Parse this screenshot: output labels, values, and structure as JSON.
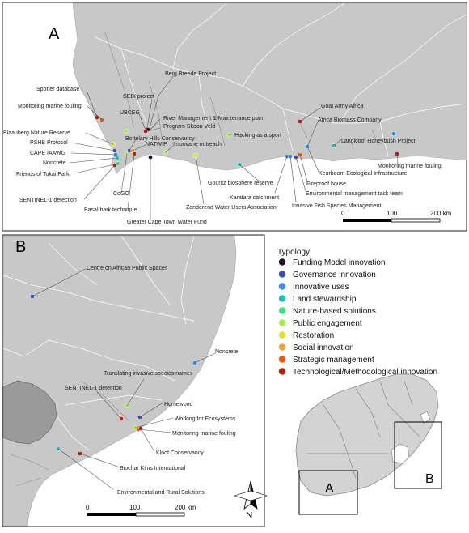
{
  "panels": {
    "a_label": "A",
    "b_label": "B"
  },
  "legend": {
    "title": "Typology",
    "items": [
      {
        "label": "Funding Model innovation",
        "color": "#2a0a2e"
      },
      {
        "label": "Governance innovation",
        "color": "#3b4cc0"
      },
      {
        "label": "Innovative uses",
        "color": "#3d8de6"
      },
      {
        "label": "Land stewardship",
        "color": "#2bbbc1"
      },
      {
        "label": "Nature-based solutions",
        "color": "#3fe08d"
      },
      {
        "label": "Public engagement",
        "color": "#a4ee4b"
      },
      {
        "label": "Restoration",
        "color": "#e3df33"
      },
      {
        "label": "Social innovation",
        "color": "#f5a12c"
      },
      {
        "label": "Strategic management",
        "color": "#e8591a"
      },
      {
        "label": "Technological/Methodological innovation",
        "color": "#b2200c"
      }
    ]
  },
  "scalebar_a": {
    "zero": "0",
    "mid": "100",
    "end": "200 km"
  },
  "scalebar_b": {
    "zero": "0",
    "mid": "100",
    "end": "200 km"
  },
  "north_arrow": {
    "label": "N"
  },
  "inset": {
    "label_a": "A",
    "label_b": "B"
  },
  "map_a_labels": [
    "Spotter database",
    "Monitoring marine fouling",
    "Berg Breede Project",
    "SEBI project",
    "UBCEG",
    "River Management & Maintenance plan",
    "Program Skoon Veld",
    "Blaauberg Nature Reserve",
    "PSHB Protocol",
    "CAPE IAAWG",
    "Noncrete",
    "Friends of Tokai Park",
    "SENTINEL-1 detection",
    "Bottelary Hills Conservancy",
    "NATWIP",
    "CoGO",
    "Basal bark technique",
    "Greater Cape Town Water Fund",
    "Imbovane outreach",
    "Hacking as a sport",
    "Zonderend Water Users Association",
    "Gouritz biosphere reserve",
    "Karatara catchment",
    "Invasive Fish Species Management",
    "Environmental management task team",
    "Fireproof house",
    "Keurboom Ecological Infrastructure",
    "Goat Army Africa",
    "Africa Biomass Company",
    "Langkloof Honeybush Project",
    "Monitoring marine fouling"
  ],
  "map_b_labels": [
    "Centre on African Public Spaces",
    "Noncrete",
    "Translating invasive species names",
    "SENTINEL-1 detection",
    "Homewood",
    "Working for Ecosystems",
    "Monitoring marine fouling",
    "Kloof Conservancy",
    "Biochar Kilns International",
    "Environmental and Rural Solutions"
  ]
}
